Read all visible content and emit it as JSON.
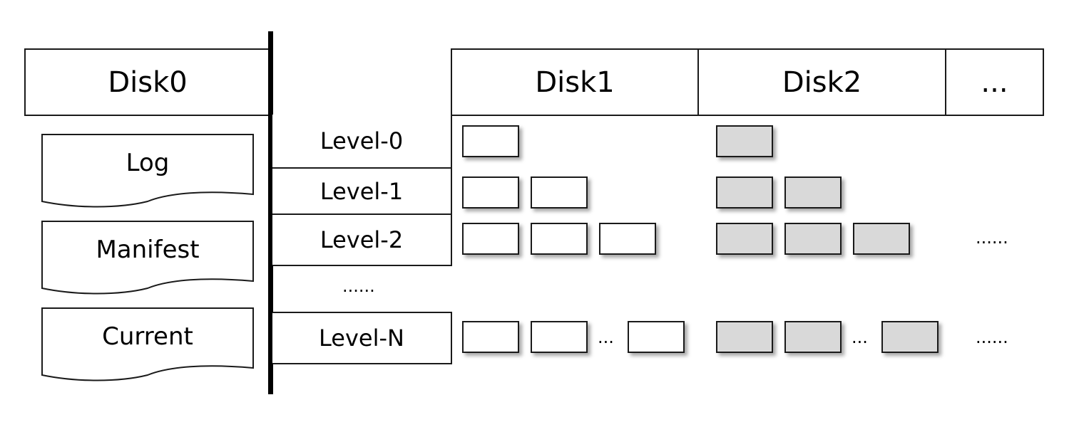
{
  "disk0": {
    "label": "Disk0"
  },
  "disks": [
    {
      "label": "Disk1"
    },
    {
      "label": "Disk2"
    },
    {
      "label": "..."
    }
  ],
  "files": [
    {
      "label": "Log"
    },
    {
      "label": "Manifest"
    },
    {
      "label": "Current"
    }
  ],
  "levels": [
    {
      "label": "Level-0"
    },
    {
      "label": "Level-1"
    },
    {
      "label": "Level-2"
    },
    {
      "label": "......"
    },
    {
      "label": "Level-N"
    }
  ],
  "ellipsis_short": "...",
  "ellipsis_long": "......",
  "colors": {
    "disk1_sstable": "#ffffff",
    "disk2_sstable": "#d9d9d9",
    "stroke": "#1a1a1a"
  }
}
